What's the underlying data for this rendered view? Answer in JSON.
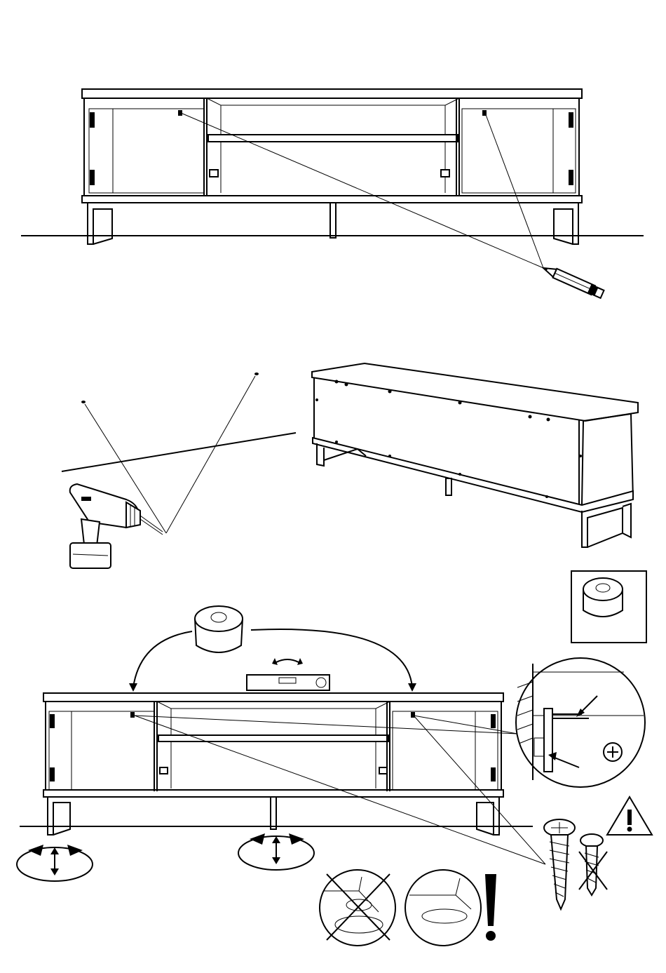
{
  "document": {
    "type": "assembly-instructions",
    "text_visible": [],
    "steps": [
      {
        "name": "mark-wall-holes",
        "tools": [
          "pencil-icon"
        ]
      },
      {
        "name": "drill-wall-holes",
        "tools": [
          "drill-icon"
        ]
      },
      {
        "name": "mount-and-level",
        "tools": [
          "spirit-level-icon",
          "spacer-icon",
          "screw-icon",
          "screwdriver-phillips-icon",
          "warning-icon"
        ]
      }
    ]
  }
}
